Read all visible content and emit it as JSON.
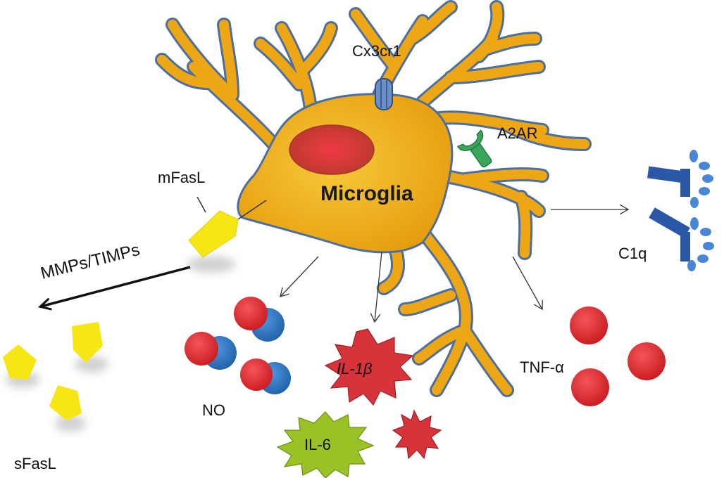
{
  "labels": {
    "cell": "Microglia",
    "receptor_channel": "Cx3cr1",
    "receptor_a2ar": "A2AR",
    "membrane_fasl": "mFasL",
    "cleavage": "MMPs/TIMPs",
    "soluble_fasl": "sFasL",
    "nitric_oxide": "NO",
    "il1b": "IL-1β",
    "il6": "IL-6",
    "tnf": "TNF-α",
    "complement": "C1q"
  },
  "colors": {
    "cell_body": "#f2b017",
    "cell_outline": "#4d6f9e",
    "nucleus": "#d8383a",
    "fasl": "#f6e614",
    "no_red": "#e8262a",
    "no_blue": "#2f79c9",
    "il1b": "#d6333b",
    "il6": "#9ac126",
    "tnf": "#e02428",
    "c1q": "#2a57a6",
    "a2ar": "#3aa65a"
  }
}
